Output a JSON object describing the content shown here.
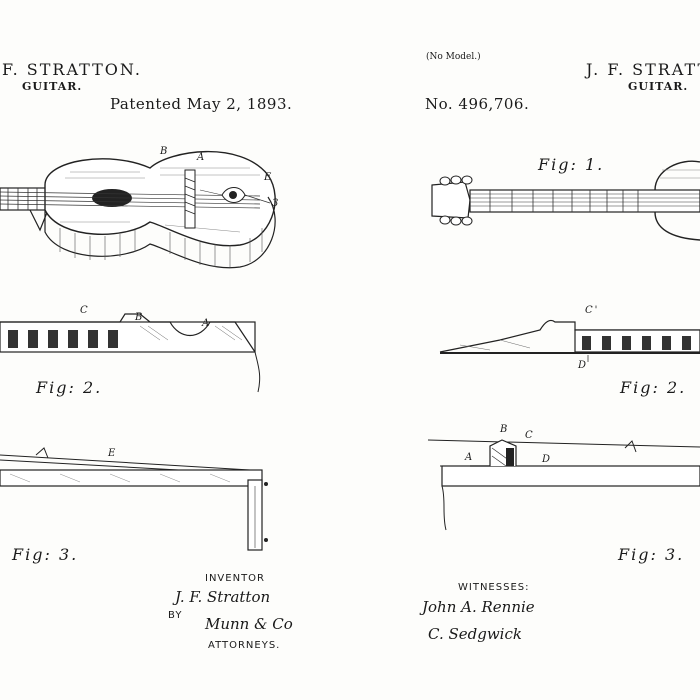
{
  "left_sheet": {
    "inventor_name": "F. STRATTON.",
    "title": "GUITAR.",
    "patent_date": "Patented May 2, 1893.",
    "fig2_label": "Fig: 2.",
    "fig3_label": "Fig: 3.",
    "inventor_caption": "INVENTOR",
    "inventor_signature": "J. F. Stratton",
    "by_label": "BY",
    "attorney_signature": "Munn & Co",
    "attorneys_caption": "ATTORNEYS.",
    "letters": {
      "a": "A",
      "b": "B",
      "c": "C",
      "e": "E",
      "num3": "3"
    }
  },
  "right_sheet": {
    "model_note": "(No Model.)",
    "inventor_name": "J. F. STRATTON",
    "title": "GUITAR.",
    "patent_number": "No. 496,706.",
    "fig1_label": "Fig: 1.",
    "fig2_label": "Fig: 2.",
    "fig3_label": "Fig: 3.",
    "witnesses_caption": "WITNESSES:",
    "witness_1": "John A. Rennie",
    "witness_2": "C. Sedgwick",
    "letters": {
      "a": "A",
      "b": "B",
      "c": "C",
      "c_prime": "C'",
      "d": "D"
    }
  }
}
